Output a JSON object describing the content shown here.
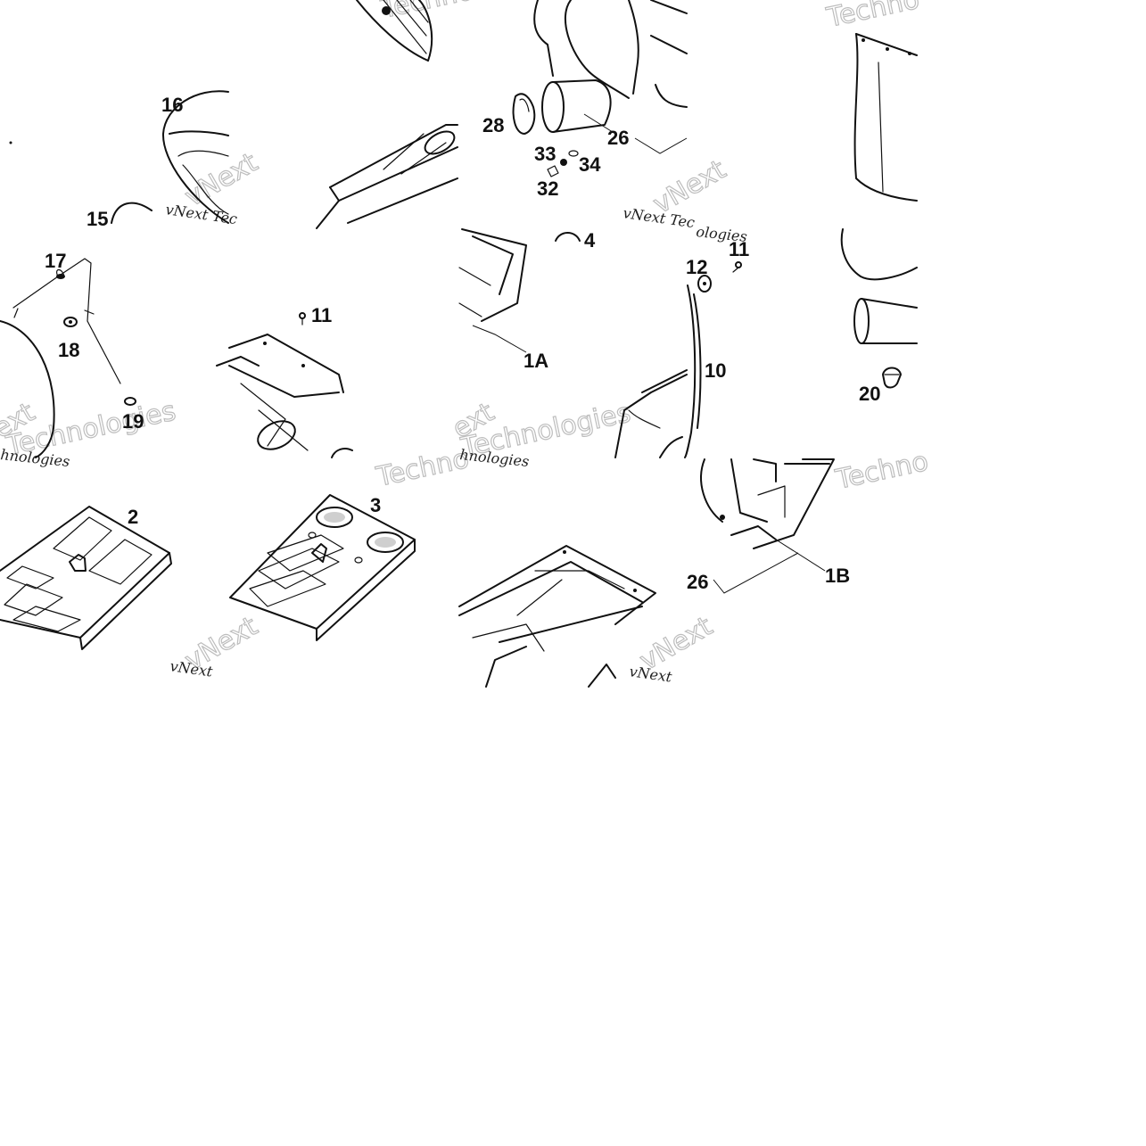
{
  "diagram": {
    "callouts": [
      "16",
      "15",
      "28",
      "26",
      "33",
      "34",
      "32",
      "4",
      "11",
      "12",
      "17",
      "18",
      "19",
      "11",
      "1A",
      "10",
      "20",
      "2",
      "3",
      "26",
      "1B"
    ],
    "watermarks": {
      "brand": "vNext",
      "company": "Technologies",
      "short": "Techno",
      "fragments": [
        "vNext Tec",
        "vNext",
        "ext",
        "vNext Tec",
        "ologies",
        "hnologies",
        "Techn",
        "vNext"
      ]
    },
    "colors": {
      "ink": "#111111",
      "paper": "#ffffff",
      "watermark": "#bdbdbd"
    }
  }
}
